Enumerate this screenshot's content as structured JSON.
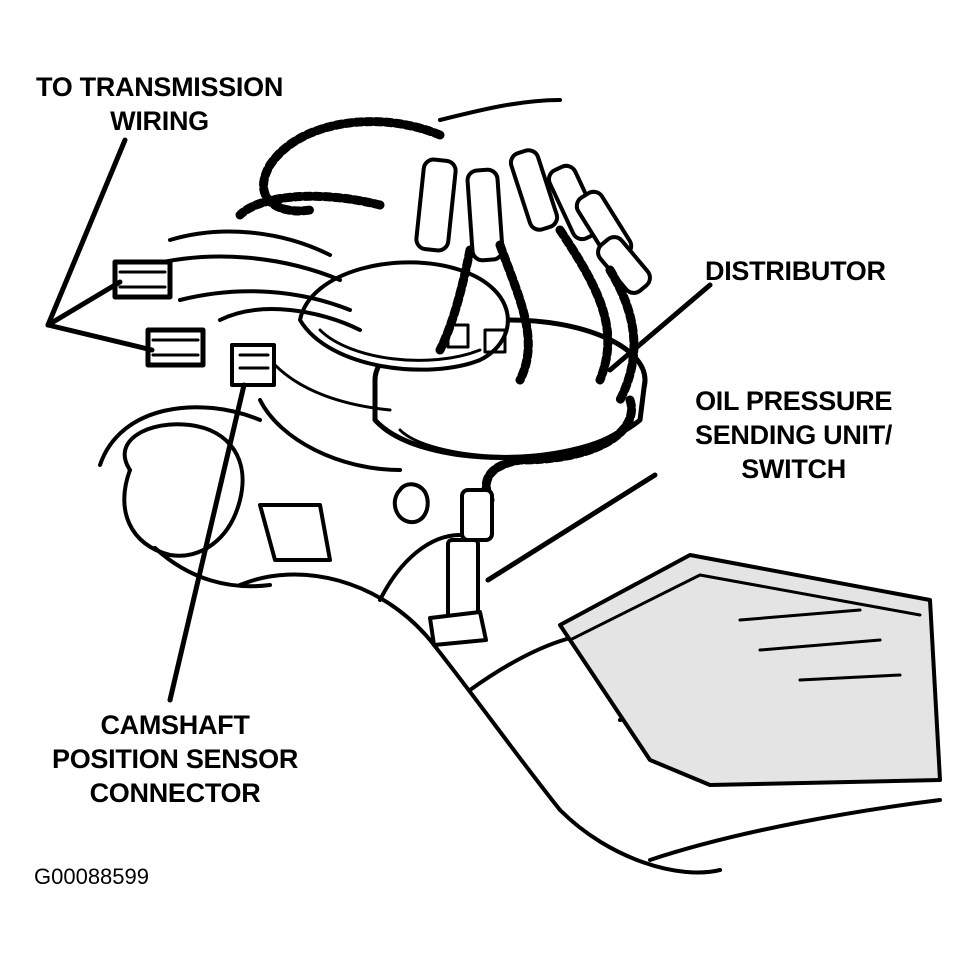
{
  "labels": {
    "transmission_wiring": [
      "TO TRANSMISSION",
      "WIRING"
    ],
    "distributor": "DISTRIBUTOR",
    "oil_pressure": [
      "OIL PRESSURE",
      "SENDING UNIT/",
      "SWITCH"
    ],
    "camshaft": [
      "CAMSHAFT",
      "POSITION SENSOR",
      "CONNECTOR"
    ]
  },
  "figure_id": "G00088599",
  "colors": {
    "ink": "#000000",
    "paper": "#ffffff",
    "shade": "#bdbdbd"
  }
}
